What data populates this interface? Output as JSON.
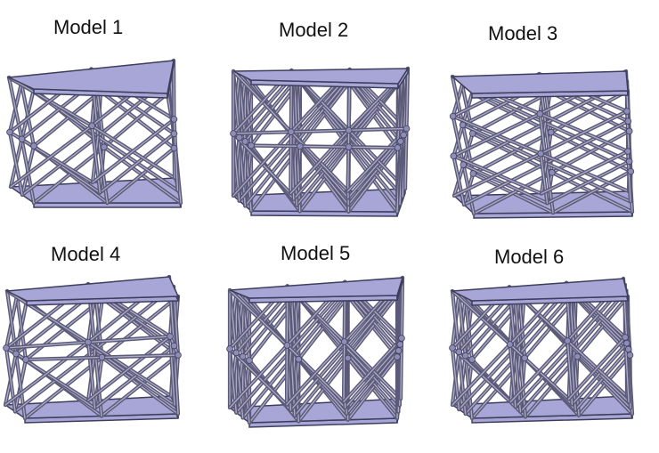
{
  "figure": {
    "models": [
      {
        "title": "Model 1",
        "style": "x-braced-zigzag"
      },
      {
        "title": "Model 2",
        "style": "orthogonal-x-grid"
      },
      {
        "title": "Model 3",
        "style": "dense-zigzag"
      },
      {
        "title": "Model 4",
        "style": "double-x-braced"
      },
      {
        "title": "Model 5",
        "style": "dense-orthogonal-x"
      },
      {
        "title": "Model 6",
        "style": "tapered-x-braced"
      }
    ],
    "colors": {
      "plate_fill": "#a7a6d6",
      "plate_edge": "#3d3d5c",
      "strut": "#5b5b78",
      "strut_highlight": "#c9c8e6",
      "node": "#8e8db8"
    }
  }
}
